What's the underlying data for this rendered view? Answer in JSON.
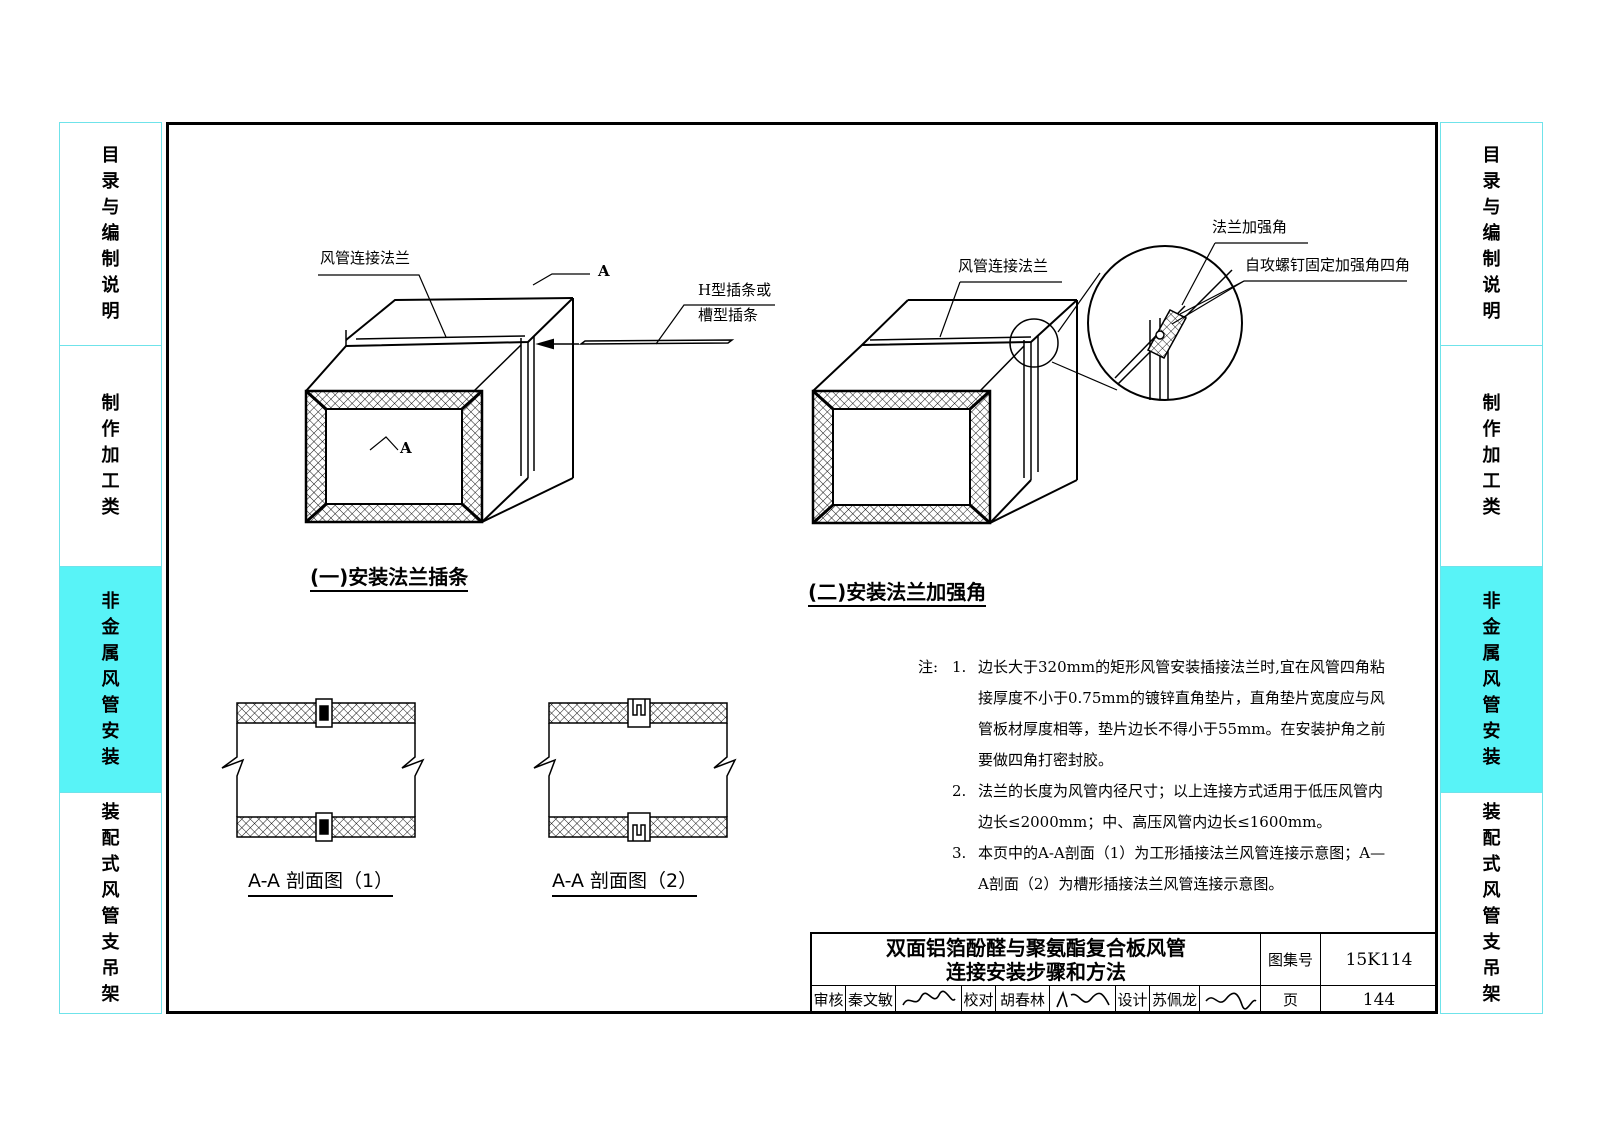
{
  "side_tabs": [
    {
      "label": "目录与编制说明",
      "active": false
    },
    {
      "label": "制作加工类",
      "active": false
    },
    {
      "label": "非金属风管安装",
      "active": true
    },
    {
      "label": "装配式风管支吊架",
      "active": false
    }
  ],
  "colors": {
    "tab_border": "#6fe3ea",
    "tab_active": "#58f3f7",
    "line": "#000000"
  },
  "figure1": {
    "flange_label": "风管连接法兰",
    "section_mark": "A",
    "strip_label_line1": "H型插条或",
    "strip_label_line2": "槽型插条",
    "caption": "(一)安装法兰插条"
  },
  "figure2": {
    "flange_label": "风管连接法兰",
    "corner_label": "法兰加强角",
    "screw_label": "自攻螺钉固定加强角四角",
    "caption": "(二)安装法兰加强角"
  },
  "sections": [
    {
      "caption": "A-A 剖面图（1）"
    },
    {
      "caption": "A-A 剖面图（2）"
    }
  ],
  "notes": {
    "head": "注:",
    "items": [
      {
        "num": "1.",
        "text": "边长大于320mm的矩形风管安装插接法兰时,宜在风管四角粘接厚度不小于0.75mm的镀锌直角垫片，直角垫片宽度应与风管板材厚度相等，垫片边长不得小于55mm。在安装护角之前要做四角打密封胶。"
      },
      {
        "num": "2.",
        "text": "法兰的长度为风管内径尺寸；以上连接方式适用于低压风管内边长≤2000mm；中、高压风管内边长≤1600mm。"
      },
      {
        "num": "3.",
        "text": "本页中的A-A剖面（1）为工形插接法兰风管连接示意图；A—A剖面（2）为槽形插接法兰风管连接示意图。"
      }
    ]
  },
  "title_block": {
    "title_line1": "双面铝箔酚醛与聚氨酯复合板风管",
    "title_line2": "连接安装步骤和方法",
    "atlas_label": "图集号",
    "atlas_no": "15K114",
    "page_label": "页",
    "page_no": "144",
    "signatures": [
      {
        "role": "审核",
        "name": "秦文敏",
        "signature": "秦文敏"
      },
      {
        "role": "校对",
        "name": "胡春林",
        "signature": "胡春林"
      },
      {
        "role": "设计",
        "name": "苏佩龙",
        "signature": "苏佩龙"
      }
    ]
  }
}
